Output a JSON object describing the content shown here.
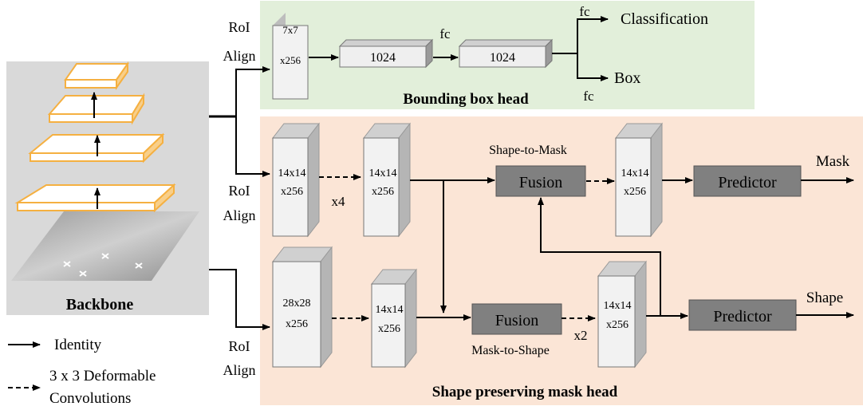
{
  "backbone": {
    "label": "Backbone"
  },
  "roi_align": {
    "line1": "RoI",
    "line2": "Align"
  },
  "bbox_head": {
    "title": "Bounding box head",
    "input_dims": [
      "7x7",
      "x256"
    ],
    "fc_box_1": "1024",
    "fc_box_2": "1024",
    "fc_between": "fc",
    "fc_top": "fc",
    "fc_bottom": "fc",
    "out_classification": "Classification",
    "out_box": "Box"
  },
  "mask_head": {
    "title": "Shape preserving  mask head",
    "feat_a": [
      "14x14",
      "x256"
    ],
    "feat_b": [
      "14x14",
      "x256"
    ],
    "feat_c": [
      "14x14",
      "x256"
    ],
    "feat_d": [
      "28x28",
      "x256"
    ],
    "feat_e": [
      "14x14",
      "x256"
    ],
    "feat_f": [
      "14x14",
      "x256"
    ],
    "x4": "x4",
    "x2": "x2",
    "fusion_top": "Fusion",
    "fusion_bottom": "Fusion",
    "shape_to_mask": "Shape-to-Mask",
    "mask_to_shape": "Mask-to-Shape",
    "predictor_top": "Predictor",
    "predictor_bottom": "Predictor",
    "out_mask": "Mask",
    "out_shape": "Shape"
  },
  "legend": {
    "identity": "Identity",
    "deform_line1": "3 x 3 Deformable",
    "deform_line2": "Convolutions"
  },
  "colors": {
    "bbox_bg": "#e2efda",
    "mask_bg": "#fbe5d6",
    "backbone_bg": "#d9d9d9",
    "fusion_fill": "#808080",
    "layer_edge": "#f5b041"
  }
}
